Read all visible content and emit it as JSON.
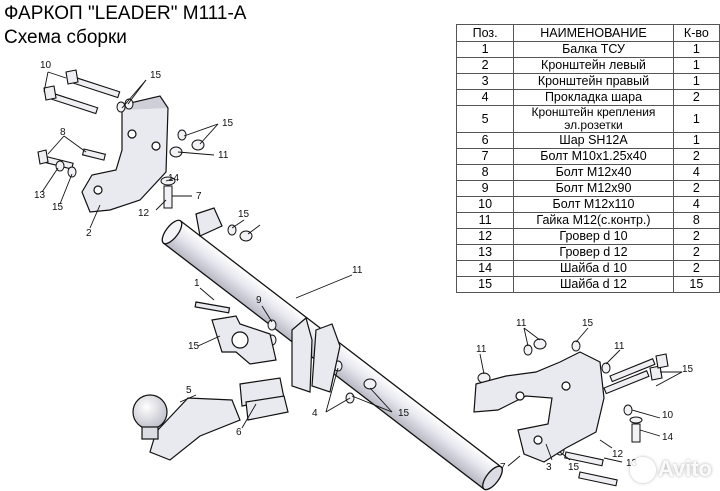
{
  "title": "ФАРКОП \"LEADER\" M111-A",
  "subtitle": "Схема сборки",
  "table": {
    "headers": [
      "Поз.",
      "НАИМЕНОВАНИЕ",
      "К-во"
    ],
    "rows": [
      [
        "1",
        "Балка ТСУ",
        "1"
      ],
      [
        "2",
        "Кронштейн левый",
        "1"
      ],
      [
        "3",
        "Кронштейн правый",
        "1"
      ],
      [
        "4",
        "Прокладка шара",
        "2"
      ],
      [
        "5",
        "Кронштейн крепления эл.розетки",
        "1"
      ],
      [
        "6",
        "Шар SH12A",
        "1"
      ],
      [
        "7",
        "Болт M10x1.25x40",
        "2"
      ],
      [
        "8",
        "Болт M12x40",
        "4"
      ],
      [
        "9",
        "Болт M12x90",
        "2"
      ],
      [
        "10",
        "Болт M12x110",
        "4"
      ],
      [
        "11",
        "Гайка M12(с.контр.)",
        "8"
      ],
      [
        "12",
        "Гровер d 10",
        "2"
      ],
      [
        "13",
        "Гровер d 12",
        "2"
      ],
      [
        "14",
        "Шайба d 10",
        "2"
      ],
      [
        "15",
        "Шайба d 12",
        "15"
      ]
    ]
  },
  "callouts": [
    "10",
    "15",
    "15",
    "8",
    "11",
    "13",
    "15",
    "14",
    "12",
    "7",
    "2",
    "15",
    "11",
    "1",
    "9",
    "15",
    "5",
    "6",
    "4",
    "15",
    "11",
    "11",
    "15",
    "11",
    "15",
    "10",
    "14",
    "12",
    "7",
    "3",
    "15",
    "13",
    "8"
  ],
  "watermark": "Avito"
}
